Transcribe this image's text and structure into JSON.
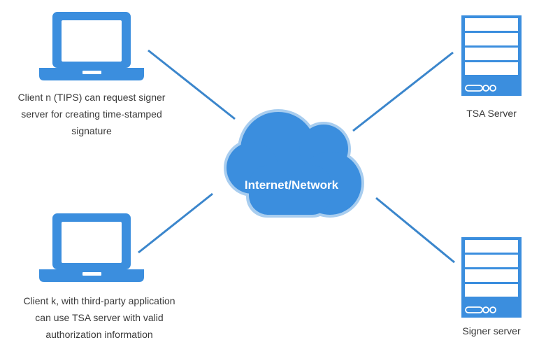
{
  "colors": {
    "accent": "#3b8ede",
    "line": "#3b86cc",
    "cloud_outline": "#a8cdef",
    "text": "#3a3a3a",
    "white": "#ffffff"
  },
  "cloud": {
    "label": "Internet/Network",
    "icon": "cloud-icon"
  },
  "nodes": [
    {
      "id": "client-n",
      "icon": "laptop-icon",
      "caption_lines": [
        "Client n (TIPS) can request signer",
        "server for creating time-stamped",
        "signature"
      ]
    },
    {
      "id": "client-k",
      "icon": "laptop-icon",
      "caption_lines": [
        "Client k, with third-party application",
        "can use TSA server with valid",
        "authorization information"
      ]
    },
    {
      "id": "tsa-server",
      "icon": "server-icon",
      "caption_lines": [
        "TSA Server"
      ]
    },
    {
      "id": "signer-server",
      "icon": "server-icon",
      "caption_lines": [
        "Signer server"
      ]
    }
  ]
}
